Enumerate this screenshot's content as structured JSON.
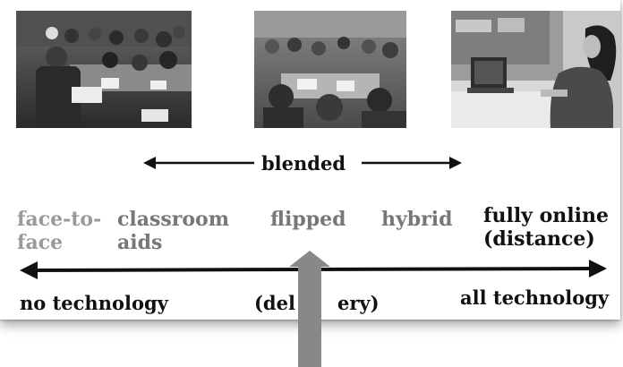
{
  "blended_label": "blended",
  "categories": [
    {
      "id": "face",
      "lines": [
        "face-to-",
        "face"
      ]
    },
    {
      "id": "classroom",
      "lines": [
        "classroom",
        "aids"
      ]
    },
    {
      "id": "flipped",
      "lines": [
        "flipped"
      ]
    },
    {
      "id": "hybrid",
      "lines": [
        "hybrid"
      ]
    },
    {
      "id": "online",
      "lines": [
        "fully online",
        "(distance)"
      ]
    }
  ],
  "axis": {
    "left_label": "no technology",
    "center_label_left": "(del",
    "center_label_right": "ery)",
    "right_label": "all technology"
  },
  "colors": {
    "light_text": "#9a9a9a",
    "mid_text": "#777777",
    "dark_text": "#111111",
    "pointer_arrow": "#888888"
  },
  "icons": {
    "pointer": "up-arrow-icon",
    "span": "double-headed-arrow-icon"
  }
}
